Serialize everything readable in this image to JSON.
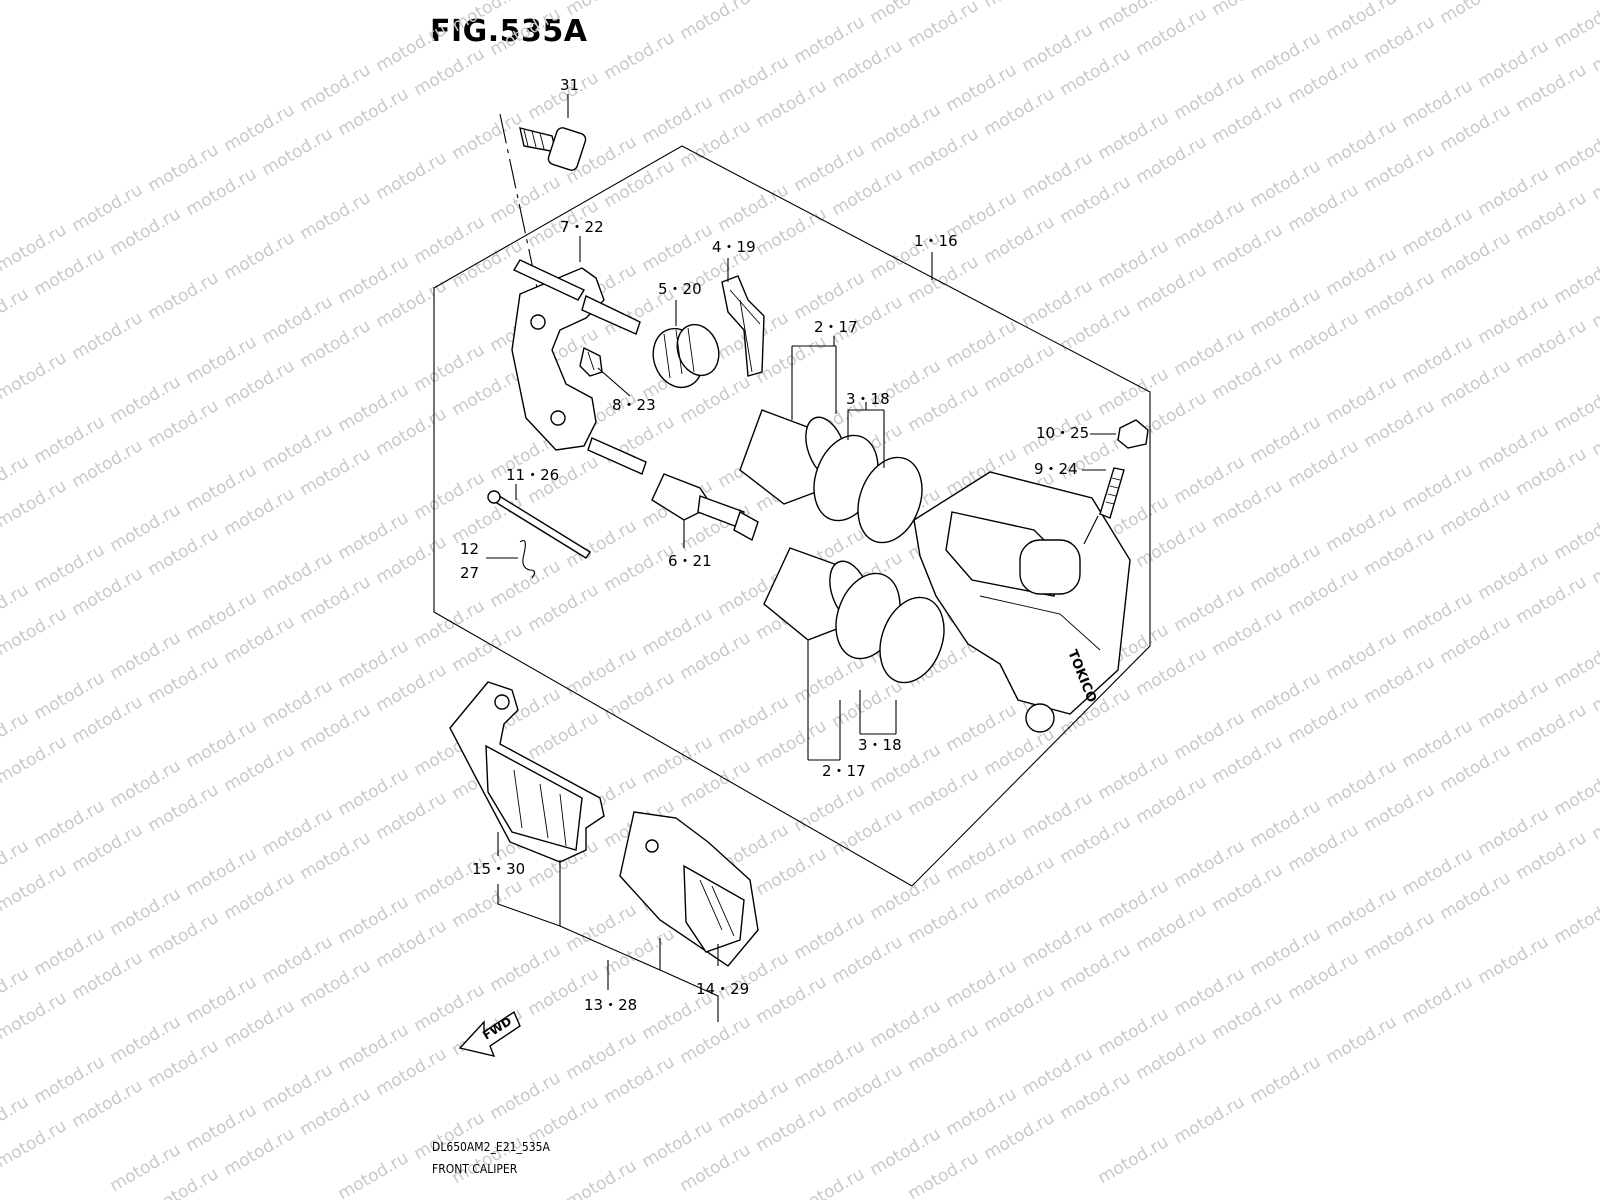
{
  "figure": {
    "title": "FIG.535A",
    "model_code": "DL650AM2_E21_535A",
    "assembly_name": "FRONT CALIPER",
    "watermark_text": "motod.ru",
    "fwd_label": "FWD",
    "housing_brand": "TOKICO"
  },
  "callouts": {
    "c31": "31",
    "c7_22": "7・22",
    "c4_19": "4・19",
    "c1_16": "1・16",
    "c5_20": "5・20",
    "c2_17_top": "2・17",
    "c3_18_top": "3・18",
    "c8_23": "8・23",
    "c10_25": "10・25",
    "c9_24": "9・24",
    "c11_26": "11・26",
    "c12": "12",
    "c27": "27",
    "c6_21": "6・21",
    "c3_18_bottom": "3・18",
    "c2_17_bottom": "2・17",
    "c15_30": "15・30",
    "c14_29": "14・29",
    "c13_28": "13・28"
  },
  "colors": {
    "ink": "#000000",
    "watermark": "#c9c9c9",
    "background": "#ffffff"
  }
}
